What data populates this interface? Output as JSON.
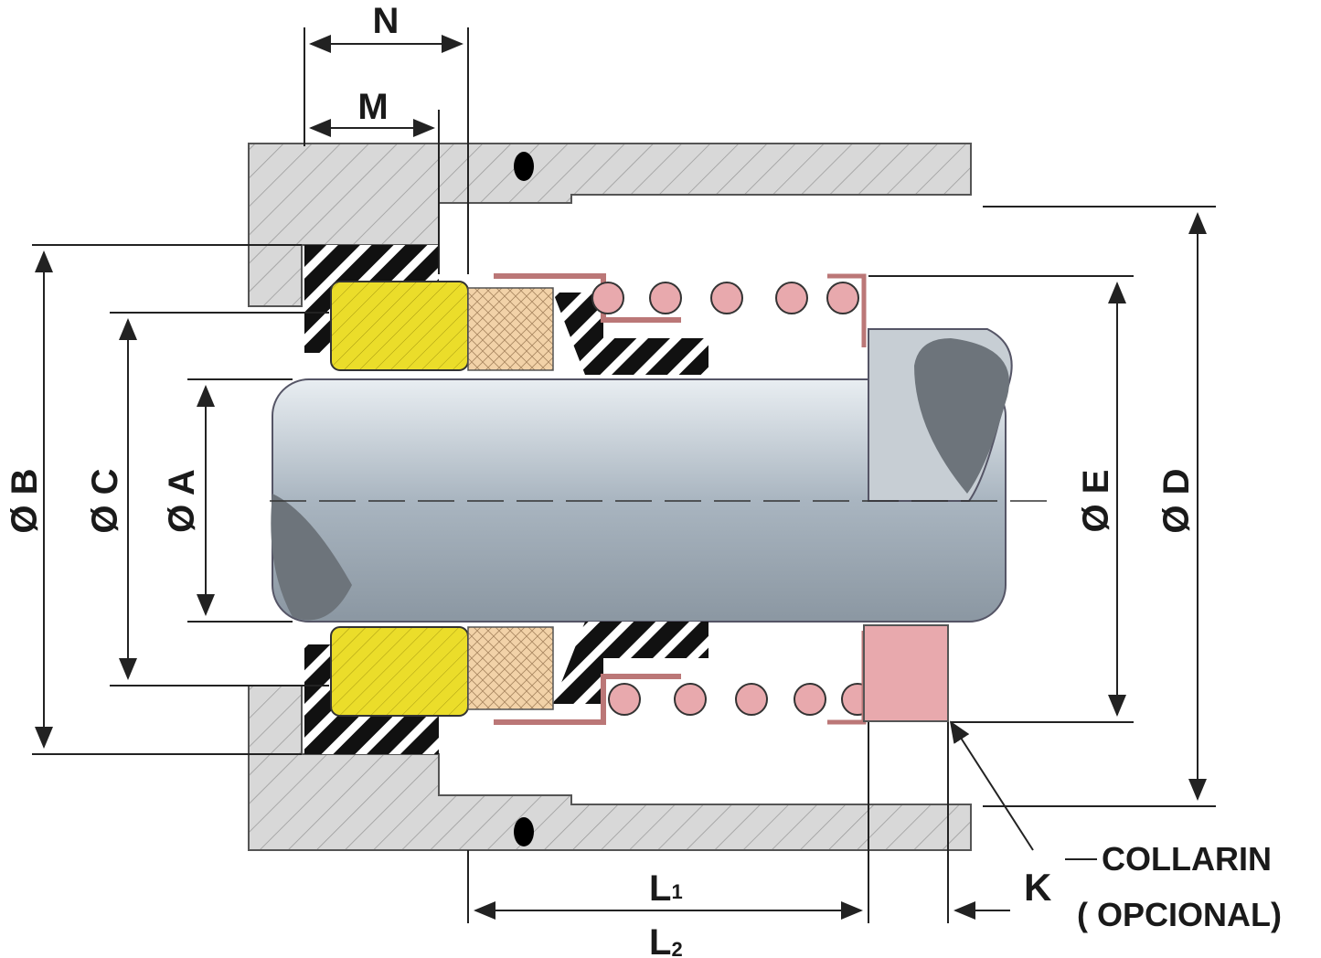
{
  "labels": {
    "n": "N",
    "m": "M",
    "b": "Ø B",
    "c": "Ø C",
    "a": "Ø A",
    "e": "Ø E",
    "d": "Ø D",
    "l1": "L",
    "l1_sub": "1",
    "l2": "L",
    "l2_sub": "2",
    "k": "K",
    "collar": "COLLARIN",
    "optional": "( OPCIONAL)"
  },
  "colors": {
    "housing": "#d6d6d6",
    "shaft": "#b9c3cc",
    "seal_face": "#e8d928",
    "carbon": "#f0cfa6",
    "spring": "#e8a9ad",
    "elastomer": "#111111"
  }
}
